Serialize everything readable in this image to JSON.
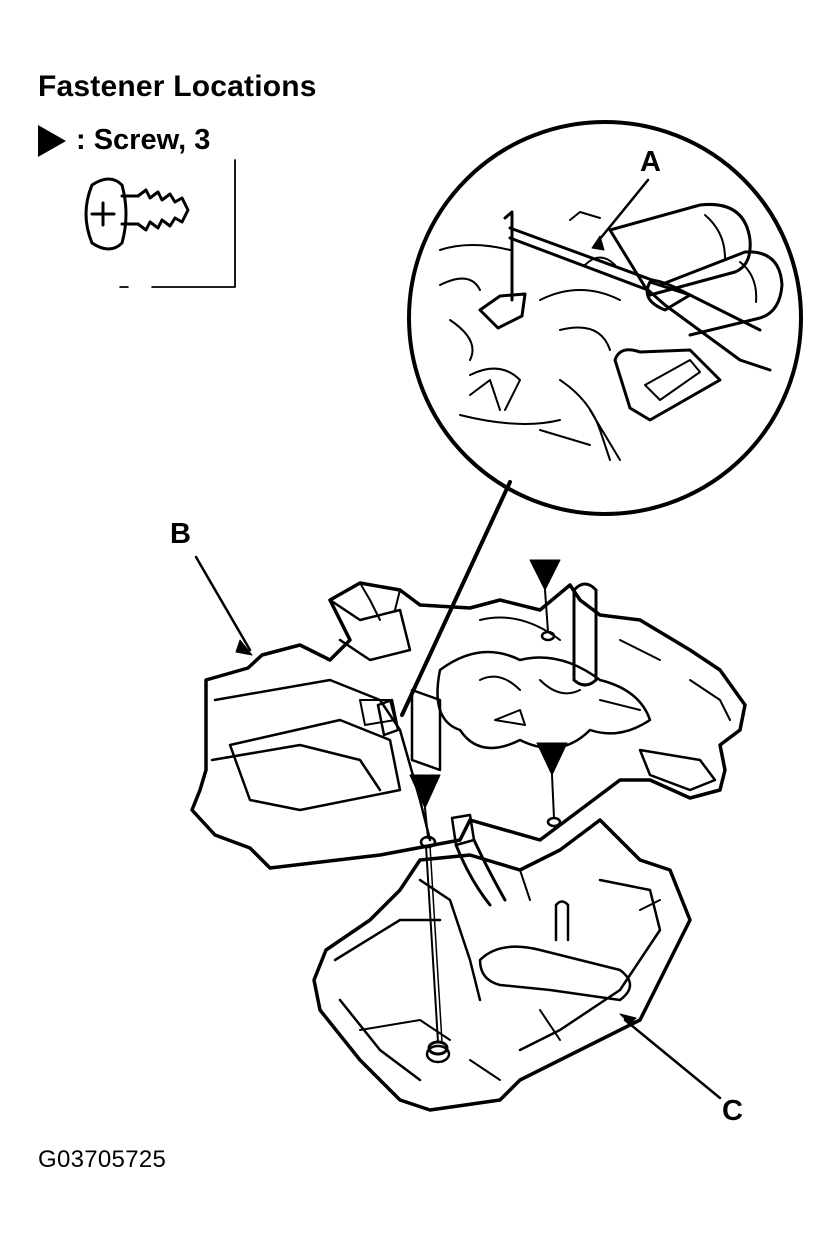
{
  "title": "Fastener Locations",
  "legend": {
    "marker_icon": "screw-marker-triangle-icon",
    "label": ": Screw, 3"
  },
  "callouts": {
    "a": "A",
    "b": "B",
    "c": "C"
  },
  "figure_id": "G03705725"
}
